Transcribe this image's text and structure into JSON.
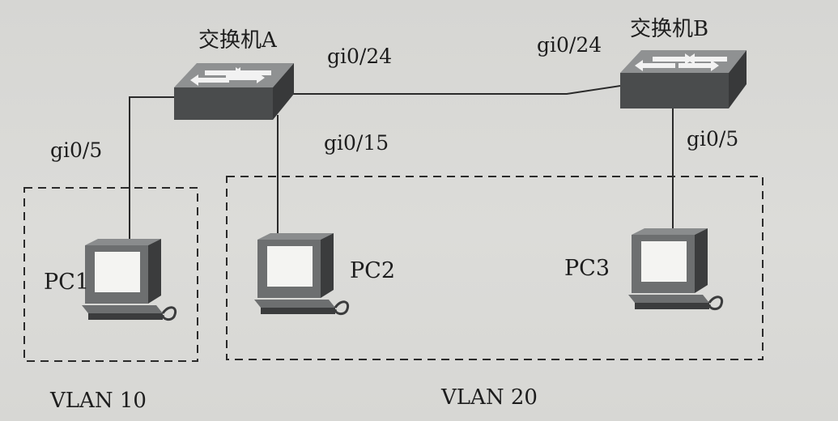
{
  "switches": [
    {
      "id": "A",
      "label": "交换机A"
    },
    {
      "id": "B",
      "label": "交换机B"
    }
  ],
  "ports": {
    "a_uplink": "gi0/24",
    "b_uplink": "gi0/24",
    "a_pc1": "gi0/5",
    "a_pc2": "gi0/15",
    "b_pc3": "gi0/5"
  },
  "pcs": [
    {
      "id": "PC1",
      "label": "PC1"
    },
    {
      "id": "PC2",
      "label": "PC2"
    },
    {
      "id": "PC3",
      "label": "PC3"
    }
  ],
  "vlans": [
    {
      "id": "10",
      "label": "VLAN 10"
    },
    {
      "id": "20",
      "label": "VLAN 20"
    }
  ],
  "colors": {
    "line": "#2a2a2a",
    "switch_top": "#8f9192",
    "switch_front": "#4a4c4d",
    "switch_side": "#38393a",
    "arrow": "#f2f2f2",
    "pc_body": "#6d6f70",
    "pc_dark": "#3b3c3d",
    "pc_screen": "#f4f4f2"
  }
}
